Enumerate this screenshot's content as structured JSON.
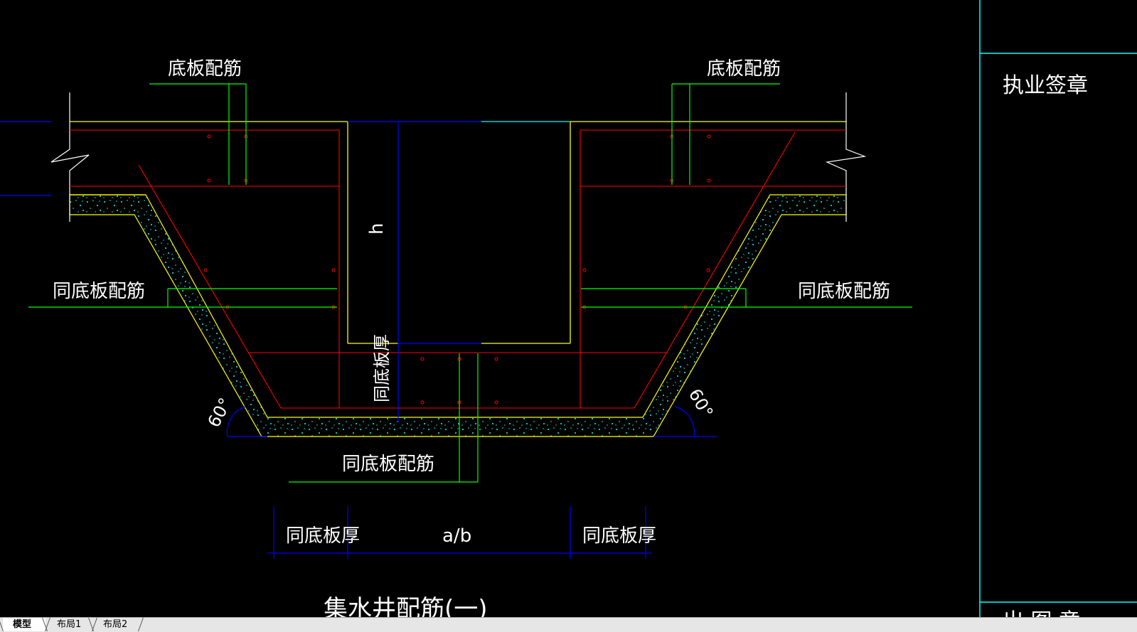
{
  "drawing": {
    "labels": {
      "bottom_slab_reinf_left": "底板配筋",
      "bottom_slab_reinf_right": "底板配筋",
      "same_reinf_left": "同底板配筋",
      "same_reinf_right": "同底板配筋",
      "same_reinf_bottom": "同底板配筋",
      "depth_h": "h",
      "same_thickness_vertical": "同底板厚",
      "dim_same_thickness_left": "同底板厚",
      "dim_ab": "a/b",
      "dim_same_thickness_right": "同底板厚",
      "angle_left": "60°",
      "angle_right": "60°",
      "title": "集水井配筋(一)"
    },
    "colors": {
      "background": "#000000",
      "yellow": "#ffff00",
      "red": "#ff0000",
      "green": "#00ff00",
      "blue": "#0000ff",
      "cyan": "#00ffff",
      "white": "#ffffff"
    }
  },
  "title_block": {
    "signature_label": "执业签章",
    "bottom_label": "出 图 章"
  },
  "tabs": [
    {
      "label": "模型",
      "active": true
    },
    {
      "label": "布局1",
      "active": false
    },
    {
      "label": "布局2",
      "active": false
    }
  ]
}
